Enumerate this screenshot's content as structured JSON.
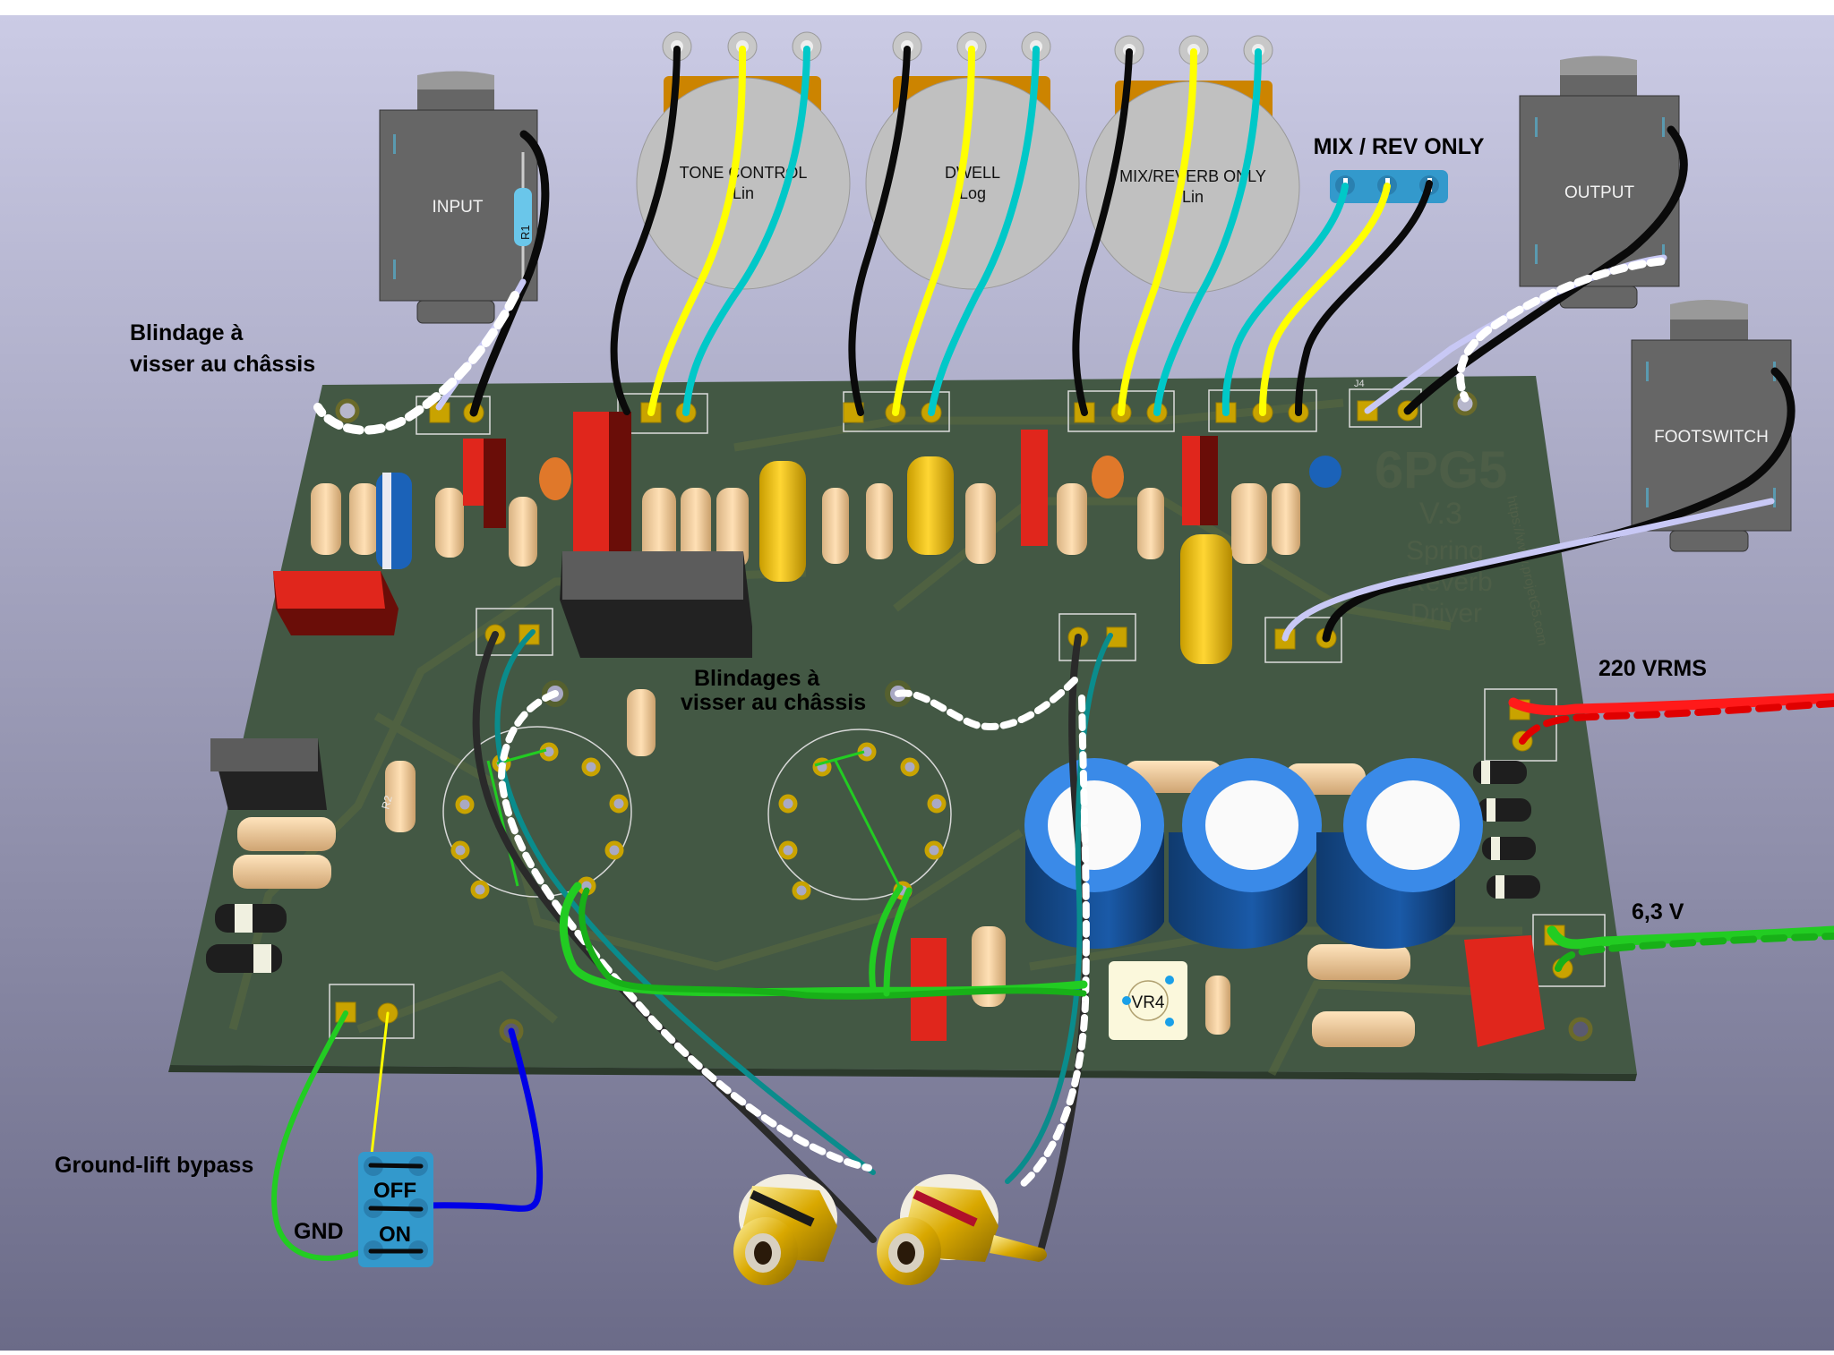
{
  "scene": {
    "title": "6PG5 Spring Reverb Driver — 3D PCB wiring view",
    "background": {
      "top": "#cbcbe5",
      "bottom": "#6b6b88"
    },
    "pcb_color": "#435844"
  },
  "jacks": {
    "input": "INPUT",
    "output": "OUTPUT",
    "footswitch": "FOOTSWITCH"
  },
  "pots": [
    {
      "name": "TONE CONTROL",
      "taper": "Lin"
    },
    {
      "name": "DWELL",
      "taper": "Log"
    },
    {
      "name": "MIX/REVERB ONLY",
      "taper": "Lin"
    }
  ],
  "annotations": {
    "mix_rev_only": "MIX / REV ONLY",
    "shield_left_line1": "Blindage à",
    "shield_left_line2": "visser au châssis",
    "shield_center_line1": "Blindages à",
    "shield_center_line2": "visser au châssis",
    "mains": "220 VRMS",
    "heater": "6,3 V",
    "ground_lift": "Ground-lift bypass",
    "gnd": "GND"
  },
  "ground_switch": {
    "off": "OFF",
    "on": "ON"
  },
  "pcb_silkscreen": {
    "model": "6PG5",
    "version": "V.3",
    "line1": "Spring",
    "line2": "Reverb",
    "line3": "Driver",
    "url": "https://www.projetG5.com",
    "r1": "R1",
    "r2": "R2",
    "j4": "J4",
    "trimmer": "VR4"
  },
  "wire_colors": {
    "black": "#0a0a0a",
    "yellow": "#ffff00",
    "cyan": "#00c8c8",
    "teal": "#0a8c8c",
    "lavender": "#c8c8f5",
    "red": "#ff1a1a",
    "green": "#22cc22",
    "blue": "#0000e6"
  }
}
